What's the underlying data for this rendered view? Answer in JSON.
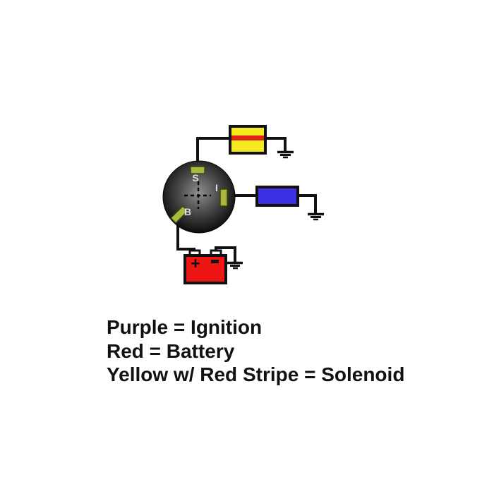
{
  "colors": {
    "wire": "#111111",
    "solenoid_body": "#f5e91f",
    "solenoid_stripe": "#e02313",
    "ignition_body": "#3b31e3",
    "battery_body": "#ee1515",
    "terminal_fill": "#aab93d",
    "terminal_border": "#3c4412",
    "switch_label_color": "#dcdcdc"
  },
  "switch": {
    "terminals": [
      {
        "id": "solenoid",
        "label": "S"
      },
      {
        "id": "ignition",
        "label": "I"
      },
      {
        "id": "battery",
        "label": "B"
      }
    ]
  },
  "battery": {
    "positive_symbol": "+"
  },
  "legend": {
    "lines": [
      "Purple = Ignition",
      "Red = Battery",
      "Yellow w/ Red Stripe = Solenoid"
    ]
  }
}
